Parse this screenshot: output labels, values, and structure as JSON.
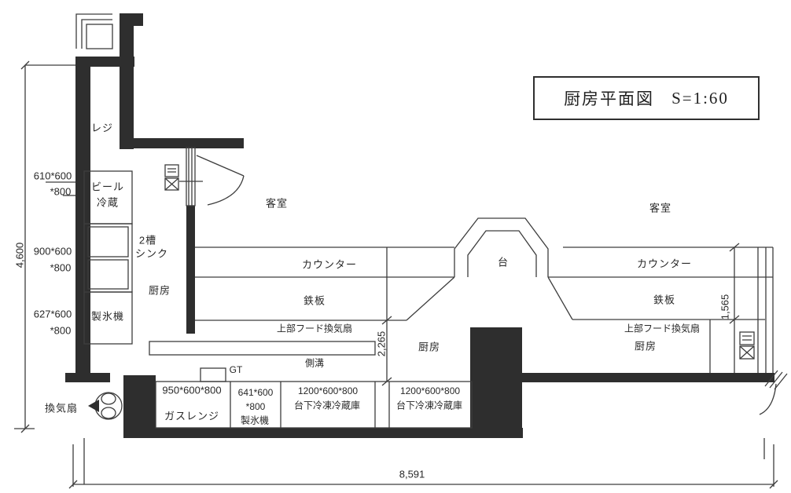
{
  "title": {
    "name": "厨房平面図",
    "scale": "S=1:60"
  },
  "rooms": {
    "register": "レジ",
    "guest_left": "客室",
    "guest_right": "客室",
    "kitchen_left": "厨房",
    "kitchen_center": "厨房",
    "kitchen_right": "厨房"
  },
  "fixtures": {
    "counter_left": "カウンター",
    "counter_right": "カウンター",
    "griddle_left": "鉄板",
    "griddle_right": "鉄板",
    "hood_left": "上部フード換気扇",
    "hood_right": "上部フード換気扇",
    "gutter": "側溝",
    "stand": "台",
    "grease_trap": "GT",
    "exhaust_fan": "換気扇"
  },
  "left_equipment": {
    "beer_fridge": {
      "size_w": "610*600",
      "size_h": "*800",
      "line1": "ビール",
      "line2": "冷蔵"
    },
    "sink": {
      "size_w": "900*600",
      "size_h": "*800",
      "line1": "2槽",
      "line2": "シンク"
    },
    "ice_maker": {
      "size_w": "627*600",
      "size_h": "*800",
      "label": "製氷機"
    }
  },
  "bottom_equipment": {
    "gas_range": {
      "size": "950*600*800",
      "label": "ガスレンジ"
    },
    "ice_maker": {
      "size1": "641*600",
      "size2": "*800",
      "label": "製氷機"
    },
    "fridge1": {
      "size": "1200*600*800",
      "label": "台下冷凍冷蔵庫"
    },
    "fridge2": {
      "size": "1200*600*800",
      "label": "台下冷凍冷蔵庫"
    }
  },
  "dimensions": {
    "overall_width": "8,591",
    "overall_height": "4,600",
    "center_depth": "2,265",
    "right_depth": "1,565"
  },
  "colors": {
    "wall": "#2e2e2e",
    "line": "#3d3d3d",
    "text": "#282828",
    "background": "#ffffff"
  }
}
